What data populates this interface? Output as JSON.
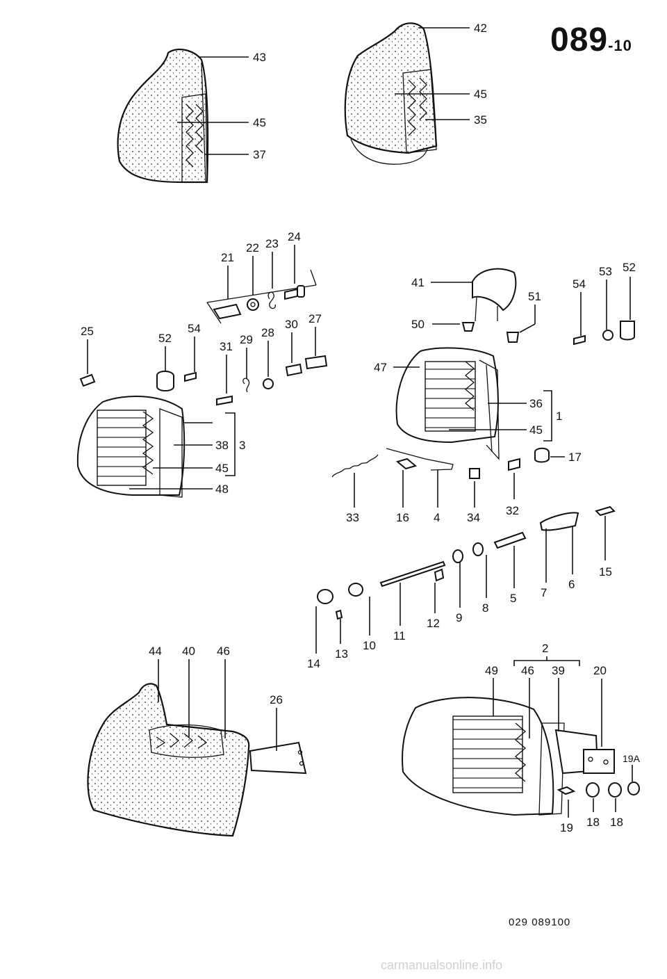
{
  "sheet": {
    "number": "089",
    "dash": "-",
    "page": "10"
  },
  "reference_code": "029 089100",
  "watermark": "carmanualsonline.info",
  "labels": {
    "l1": "1",
    "l2": "2",
    "l3": "3",
    "l4": "4",
    "l5": "5",
    "l6": "6",
    "l7": "7",
    "l8": "8",
    "l9": "9",
    "l10": "10",
    "l11": "11",
    "l12": "12",
    "l13": "13",
    "l14": "14",
    "l15": "15",
    "l16": "16",
    "l17": "17",
    "l18": "18",
    "l19": "19",
    "l19a": "19A",
    "l20": "20",
    "l21": "21",
    "l22": "22",
    "l23": "23",
    "l24": "24",
    "l25": "25",
    "l26": "26",
    "l27": "27",
    "l28": "28",
    "l29": "29",
    "l30": "30",
    "l31": "31",
    "l32": "32",
    "l33": "33",
    "l34": "34",
    "l35": "35",
    "l36": "36",
    "l37": "37",
    "l38": "38",
    "l39": "39",
    "l40": "40",
    "l41": "41",
    "l42": "42",
    "l43": "43",
    "l44": "44",
    "l45": "45",
    "l46": "46",
    "l47": "47",
    "l48": "48",
    "l49": "49",
    "l50": "50",
    "l51": "51",
    "l52": "52",
    "l53": "53",
    "l54": "54"
  }
}
